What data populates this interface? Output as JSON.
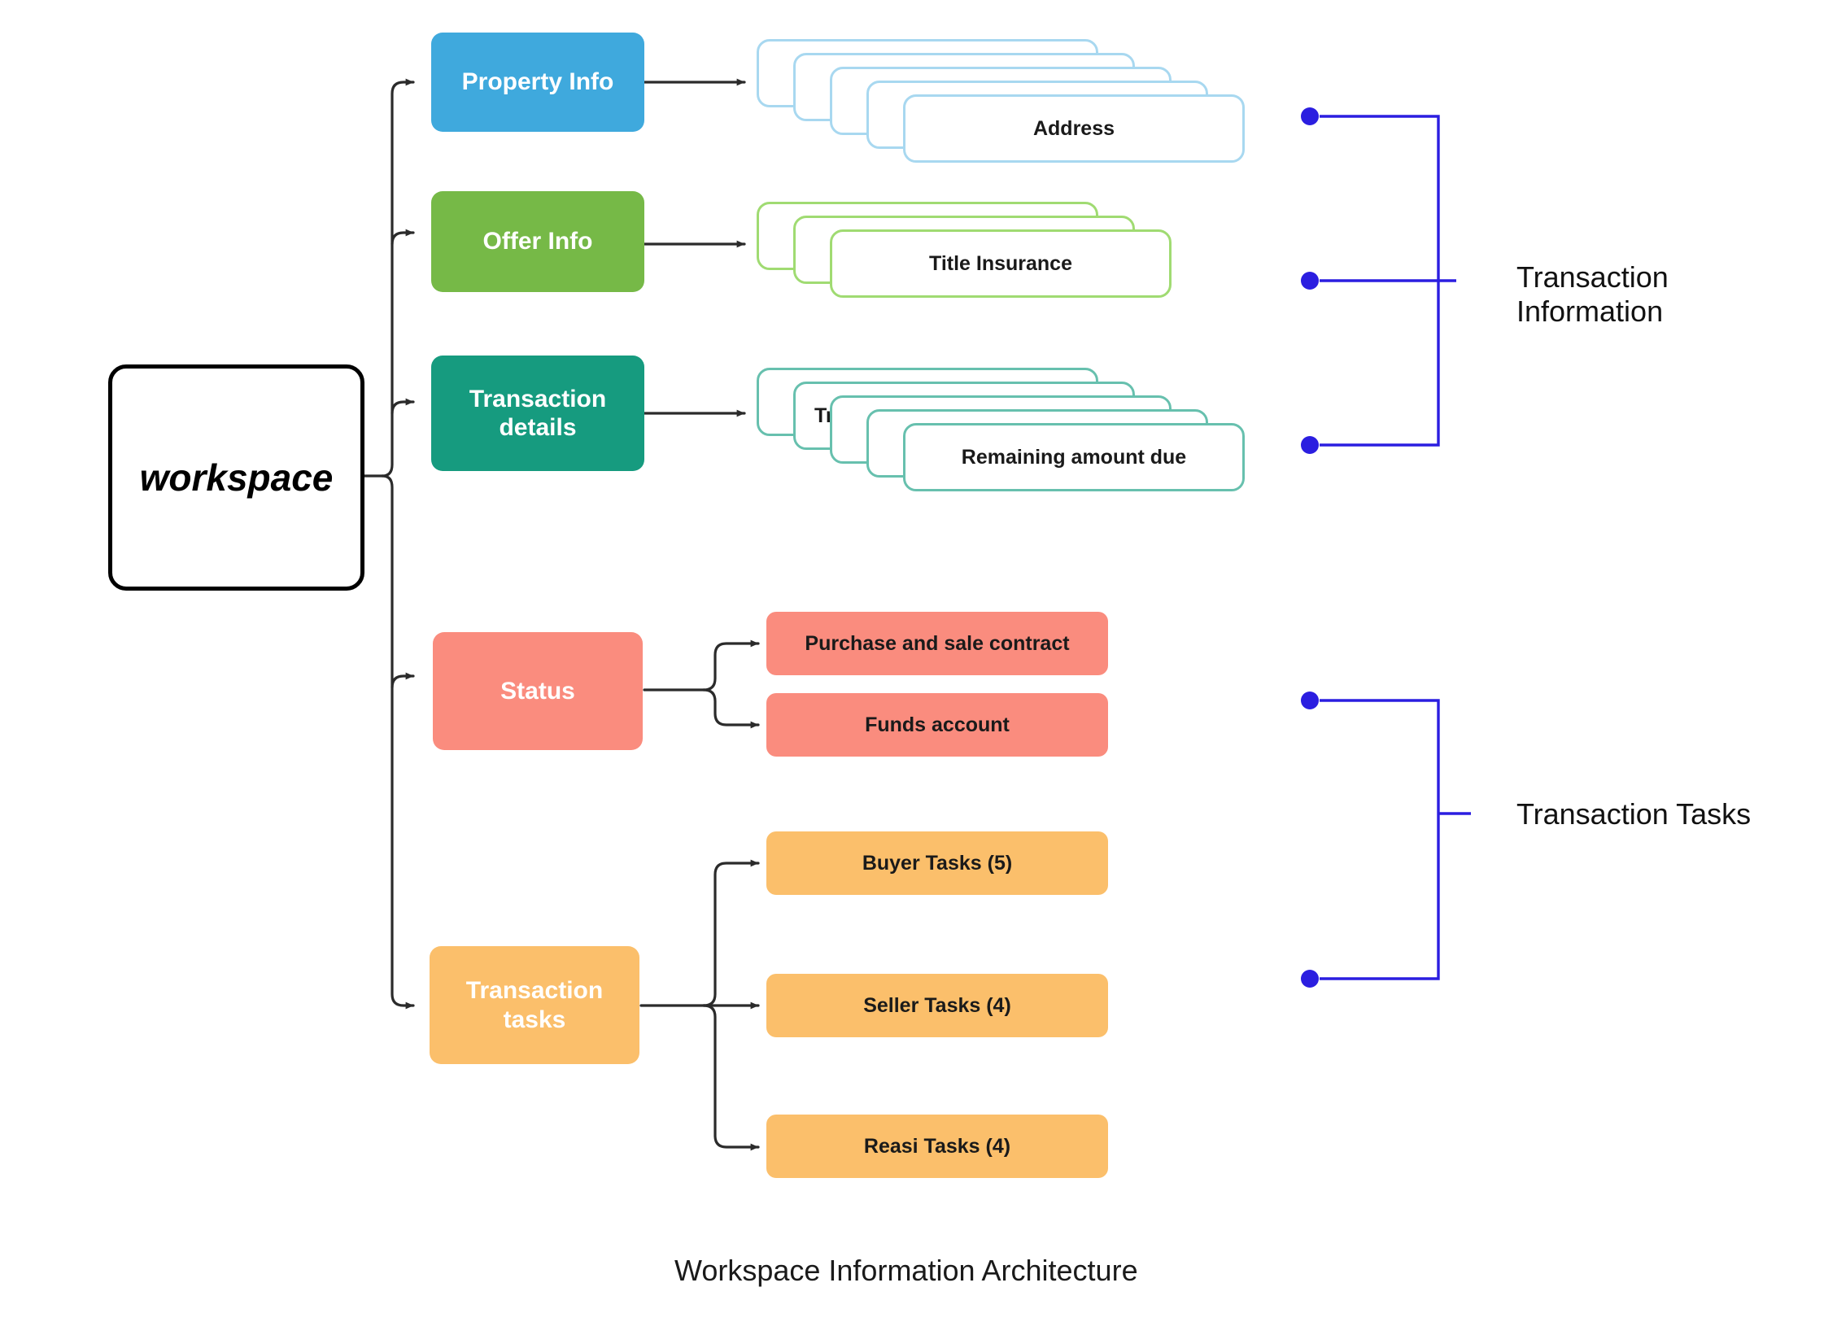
{
  "diagram": {
    "caption": "Workspace Information Architecture",
    "root": {
      "label": "workspace",
      "fill": "#ffffff",
      "border": "#000000"
    },
    "branches": [
      {
        "id": "property-info",
        "label": "Property Info",
        "fill": "#3FA9DD",
        "stack": {
          "border": "#A8D8F0",
          "count": 5,
          "front_label": "Address",
          "hidden_label": ""
        }
      },
      {
        "id": "offer-info",
        "label": "Offer Info",
        "fill": "#76B947",
        "stack": {
          "border": "#A0DB72",
          "count": 3,
          "front_label": "Title Insurance",
          "hidden_label": ""
        }
      },
      {
        "id": "transaction-details",
        "label": "Transaction details",
        "fill": "#169B7F",
        "stack": {
          "border": "#67C0AE",
          "count": 5,
          "front_label": "Remaining amount due",
          "hidden_label": "Transaction total (offer amount"
        }
      },
      {
        "id": "status",
        "label": "Status",
        "fill": "#FA8C7E",
        "children": [
          {
            "id": "purchase-and-sale-contract",
            "label": "Purchase and sale contract",
            "fill": "#FA8C7E"
          },
          {
            "id": "funds-account",
            "label": "Funds account",
            "fill": "#FA8C7E"
          }
        ]
      },
      {
        "id": "transaction-tasks",
        "label": "Transaction tasks",
        "fill": "#FBBF6B",
        "children": [
          {
            "id": "buyer-tasks",
            "label": "Buyer Tasks (5)",
            "fill": "#FBBF6B"
          },
          {
            "id": "seller-tasks",
            "label": "Seller Tasks (4)",
            "fill": "#FBBF6B"
          },
          {
            "id": "reasi-tasks",
            "label": "Reasi Tasks (4)",
            "fill": "#FBBF6B"
          }
        ]
      }
    ],
    "annotations": [
      {
        "id": "transaction-information",
        "label_line1": "Transaction",
        "label_line2": "Information",
        "color": "#2B1EE0",
        "dot_count": 3
      },
      {
        "id": "transaction-tasks-group",
        "label_line1": "Transaction Tasks",
        "label_line2": "",
        "color": "#2B1EE0",
        "dot_count": 2
      }
    ]
  }
}
